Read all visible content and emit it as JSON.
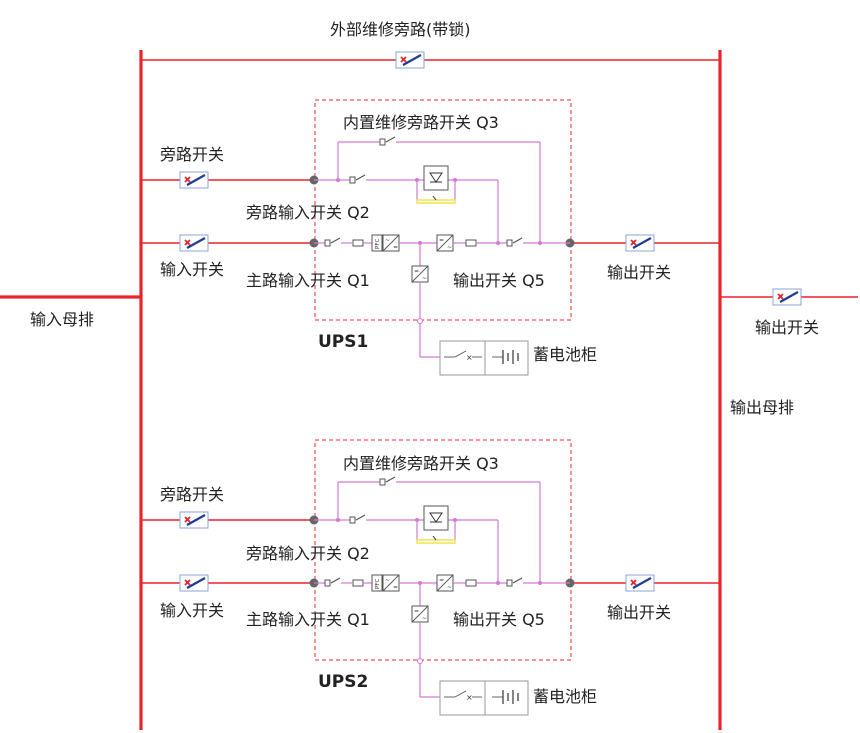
{
  "top_bypass": {
    "label": "外部维修旁路(带锁)"
  },
  "input_busbar": {
    "label": "输入母排"
  },
  "output_busbar": {
    "label": "输出母排"
  },
  "main_output": {
    "label": "输出开关"
  },
  "ups1": {
    "name": "UPS1",
    "q3_label": "内置维修旁路开关 Q3",
    "bypass_switch_label": "旁路开关",
    "q2_label": "旁路输入开关 Q2",
    "input_switch_label": "输入开关",
    "q1_label": "主路输入开关 Q1",
    "q5_label": "输出开关 Q5",
    "output_switch_label": "输出开关",
    "battery_label": "蓄电池柜",
    "pfc_text": "PFC"
  },
  "ups2": {
    "name": "UPS2",
    "q3_label": "内置维修旁路开关 Q3",
    "bypass_switch_label": "旁路开关",
    "q2_label": "旁路输入开关 Q2",
    "input_switch_label": "输入开关",
    "q1_label": "主路输入开关 Q1",
    "q5_label": "输出开关 Q5",
    "output_switch_label": "输出开关",
    "battery_label": "蓄电池柜",
    "pfc_text": "PFC"
  },
  "colors": {
    "busbar": "#e8242c",
    "line": "#e8242c",
    "internal": "#d27ad2",
    "dashed_box": "#e8242c",
    "node": "#666666",
    "thyristor_box": "#f0e040",
    "switch_blue": "#1e3c96"
  }
}
